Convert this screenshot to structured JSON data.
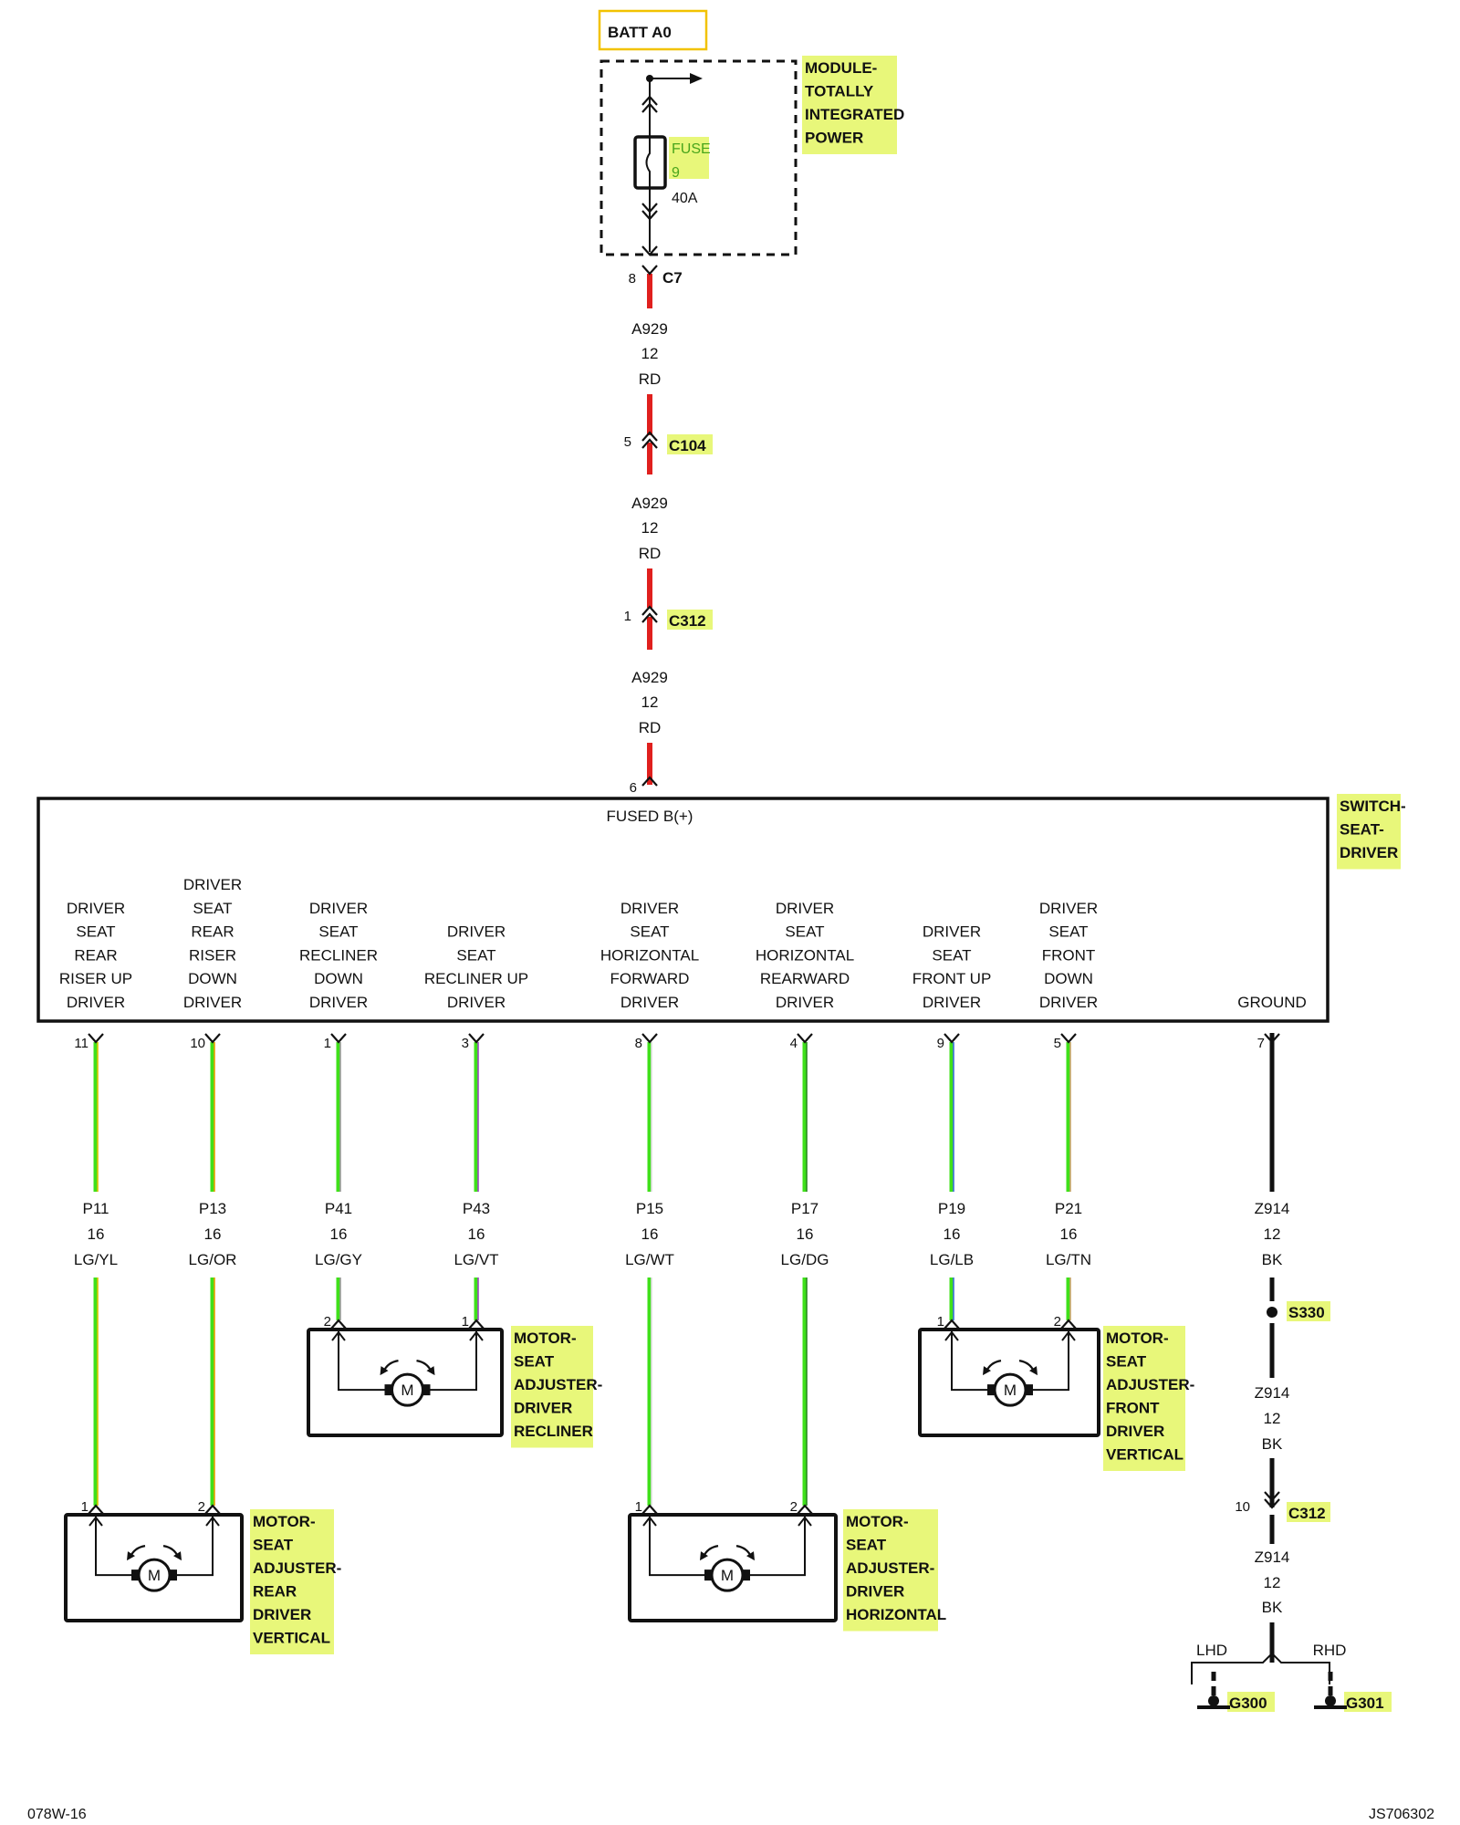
{
  "colors": {
    "red_wire": "#e0201e",
    "green_wire": "#3fe01a",
    "black_wire": "#111111",
    "highlight": "#e8f77a",
    "batt_border": "#f2c200",
    "violet_stripe": "#9a46c0",
    "yellow_stripe": "#d9c400",
    "orange_stripe": "#e8a000",
    "gray_stripe": "#9a9a9a",
    "white_stripe": "#dddddd",
    "darkgreen_stripe": "#2a8a20",
    "blue_stripe": "#3b6fd8",
    "tan_stripe": "#c8a46a"
  },
  "power": {
    "batt_label": "BATT A0",
    "module_label": [
      "MODULE-",
      "TOTALLY",
      "INTEGRATED",
      "POWER"
    ],
    "fuse_label": "FUSE",
    "fuse_number": "9",
    "fuse_rating": "40A",
    "c7_pin": "8",
    "c7_label": "C7",
    "wire_1": {
      "circuit": "A929",
      "gauge": "12",
      "color": "RD"
    },
    "c104_pin": "5",
    "c104_label": "C104",
    "wire_2": {
      "circuit": "A929",
      "gauge": "12",
      "color": "RD"
    },
    "c312_pin": "1",
    "c312_label": "C312",
    "wire_3": {
      "circuit": "A929",
      "gauge": "12",
      "color": "RD"
    },
    "switch_pin": "6"
  },
  "switch": {
    "label": [
      "SWITCH-",
      "SEAT-",
      "DRIVER"
    ],
    "fused_label": "FUSED B(+)",
    "outputs": [
      {
        "lines": [
          "DRIVER",
          "SEAT",
          "REAR",
          "RISER UP",
          "DRIVER"
        ],
        "pin": "11",
        "circuit": "P11",
        "gauge": "16",
        "color": "LG/YL"
      },
      {
        "lines": [
          "DRIVER",
          "SEAT",
          "REAR",
          "RISER",
          "DOWN",
          "DRIVER"
        ],
        "pin": "10",
        "circuit": "P13",
        "gauge": "16",
        "color": "LG/OR"
      },
      {
        "lines": [
          "DRIVER",
          "SEAT",
          "RECLINER",
          "DOWN",
          "DRIVER"
        ],
        "pin": "1",
        "circuit": "P41",
        "gauge": "16",
        "color": "LG/GY"
      },
      {
        "lines": [
          "DRIVER",
          "SEAT",
          "RECLINER UP",
          "DRIVER"
        ],
        "pin": "3",
        "circuit": "P43",
        "gauge": "16",
        "color": "LG/VT"
      },
      {
        "lines": [
          "DRIVER",
          "SEAT",
          "HORIZONTAL",
          "FORWARD",
          "DRIVER"
        ],
        "pin": "8",
        "circuit": "P15",
        "gauge": "16",
        "color": "LG/WT"
      },
      {
        "lines": [
          "DRIVER",
          "SEAT",
          "HORIZONTAL",
          "REARWARD",
          "DRIVER"
        ],
        "pin": "4",
        "circuit": "P17",
        "gauge": "16",
        "color": "LG/DG"
      },
      {
        "lines": [
          "DRIVER",
          "SEAT",
          "FRONT UP",
          "DRIVER"
        ],
        "pin": "9",
        "circuit": "P19",
        "gauge": "16",
        "color": "LG/LB"
      },
      {
        "lines": [
          "DRIVER",
          "SEAT",
          "FRONT",
          "DOWN",
          "DRIVER"
        ],
        "pin": "5",
        "circuit": "P21",
        "gauge": "16",
        "color": "LG/TN"
      }
    ],
    "ground_label": "GROUND",
    "ground_pin": "7"
  },
  "ground": {
    "wire_1": {
      "circuit": "Z914",
      "gauge": "12",
      "color": "BK"
    },
    "splice_label": "S330",
    "wire_2": {
      "circuit": "Z914",
      "gauge": "12",
      "color": "BK"
    },
    "c312_pin": "10",
    "c312_label": "C312",
    "wire_3": {
      "circuit": "Z914",
      "gauge": "12",
      "color": "BK"
    },
    "lhd": "LHD",
    "rhd": "RHD",
    "g300": "G300",
    "g301": "G301"
  },
  "motors": [
    {
      "id": "rear-vertical",
      "label": [
        "MOTOR-",
        "SEAT",
        "ADJUSTER-",
        "REAR",
        "DRIVER",
        "VERTICAL"
      ],
      "symbol": "M",
      "pin_left": "1",
      "pin_right": "2"
    },
    {
      "id": "recliner",
      "label": [
        "MOTOR-",
        "SEAT",
        "ADJUSTER-",
        "DRIVER",
        "RECLINER"
      ],
      "symbol": "M",
      "pin_left": "2",
      "pin_right": "1"
    },
    {
      "id": "horizontal",
      "label": [
        "MOTOR-",
        "SEAT",
        "ADJUSTER-",
        "DRIVER",
        "HORIZONTAL"
      ],
      "symbol": "M",
      "pin_left": "1",
      "pin_right": "2"
    },
    {
      "id": "front-vertical",
      "label": [
        "MOTOR-",
        "SEAT",
        "ADJUSTER-",
        "FRONT",
        "DRIVER",
        "VERTICAL"
      ],
      "symbol": "M",
      "pin_left": "1",
      "pin_right": "2"
    }
  ],
  "footer": {
    "left": "078W-16",
    "right": "JS706302"
  }
}
